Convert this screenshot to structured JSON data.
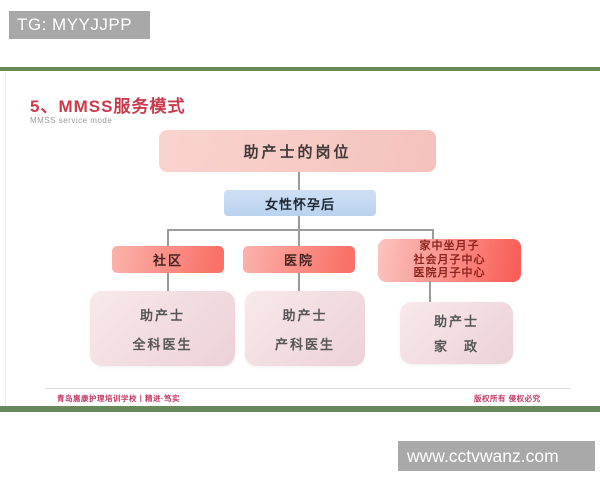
{
  "overlay": {
    "banner_text": "TG: MYYJJPP",
    "watermark_text": "www.cctvwanz.com"
  },
  "slide": {
    "title": "5、MMSS服务模式",
    "subtitle": "MMSS service mode",
    "footer_left": "青岛惠康护理培训学校丨精进·笃实",
    "footer_right": "版权所有  侵权必究"
  },
  "diagram": {
    "root_label": "助产士的岗位",
    "stage_label": "女性怀孕后",
    "branches": [
      {
        "label": "社区",
        "leaf": [
          "助产士",
          "全科医生"
        ]
      },
      {
        "label": "医院",
        "leaf": [
          "助产士",
          "产科医生"
        ]
      },
      {
        "lines": [
          "家中坐月子",
          "社会月子中心",
          "医院月子中心"
        ],
        "leaf": [
          "助产士",
          "家　政"
        ]
      }
    ]
  },
  "colors": {
    "accent_green": "#67895c",
    "banner_gray": "#a8a8a8",
    "title_red": "#cb3a4b",
    "root_pink": "#f6c9c3",
    "stage_blue": "#c4d8f1",
    "branch_red": "#f97168",
    "leaf_pink": "#f3dde1",
    "footer_red": "#c03a62",
    "connector_gray": "#9b9b9b"
  }
}
